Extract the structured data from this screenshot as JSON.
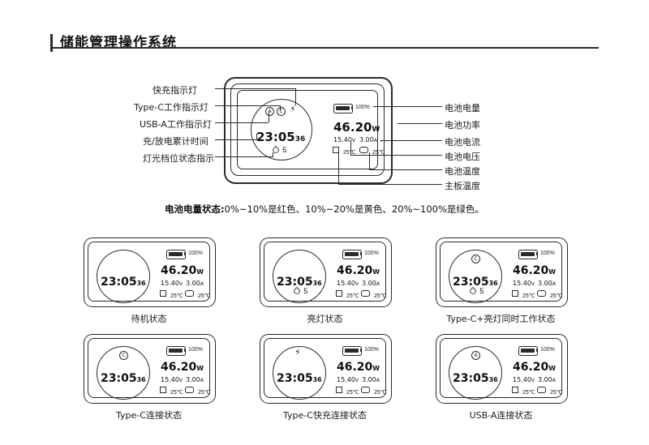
{
  "header": {
    "title": "储能管理操作系统"
  },
  "diagram": {
    "left_labels": [
      "快充指示灯",
      "Type-C工作指示灯",
      "USB-A工作指示灯",
      "充/放电累计时间",
      "灯光档位状态指示"
    ],
    "right_labels": [
      "电池电量",
      "电池功率",
      "电池电流",
      "电池电压",
      "电池温度",
      "主板温度"
    ],
    "screen": {
      "clock_hm": "23:05",
      "clock_sec": "36",
      "battery_pct": "100%",
      "power": "46.20",
      "power_unit": "W",
      "voltage": "15.40",
      "voltage_unit": "V",
      "current": "3.00",
      "current_unit": "A",
      "temp_board": "25℃",
      "temp_battery": "25℃",
      "lamp_level": "5",
      "ind_usba": "A",
      "ind_typec": "C",
      "icon_bolt": "fast-charge-bolt",
      "icon_lamp": "lamp-level-icon"
    }
  },
  "note": {
    "prefix": "电池电量状态:",
    "text": "0%~10%是红色、10%~20%是黄色、20%~100%是绿色。"
  },
  "cards": [
    {
      "caption": "待机状态",
      "clock_hm": "23:05",
      "clock_sec": "36",
      "battery_pct": "100%",
      "power": "46.20",
      "power_unit": "W",
      "voltage": "15.40",
      "voltage_unit": "V",
      "current": "3.00",
      "current_unit": "A",
      "temp_board": "25℃",
      "temp_battery": "25℃",
      "lamp_level": "",
      "indicator": "",
      "bolt": false
    },
    {
      "caption": "亮灯状态",
      "clock_hm": "23:05",
      "clock_sec": "36",
      "battery_pct": "100%",
      "power": "46.20",
      "power_unit": "W",
      "voltage": "15.40",
      "voltage_unit": "V",
      "current": "3.00",
      "current_unit": "A",
      "temp_board": "25℃",
      "temp_battery": "25℃",
      "lamp_level": "5",
      "indicator": "",
      "bolt": false
    },
    {
      "caption": "Type-C+亮灯同时工作状态",
      "clock_hm": "23:05",
      "clock_sec": "36",
      "battery_pct": "100%",
      "power": "46.20",
      "power_unit": "W",
      "voltage": "15.40",
      "voltage_unit": "V",
      "current": "3.00",
      "current_unit": "A",
      "temp_board": "25℃",
      "temp_battery": "25℃",
      "lamp_level": "5",
      "indicator": "C",
      "bolt": false
    },
    {
      "caption": "Type-C连接状态",
      "clock_hm": "23:05",
      "clock_sec": "36",
      "battery_pct": "100%",
      "power": "46.20",
      "power_unit": "W",
      "voltage": "15.40",
      "voltage_unit": "V",
      "current": "3.00",
      "current_unit": "A",
      "temp_board": "25℃",
      "temp_battery": "25℃",
      "lamp_level": "",
      "indicator": "C",
      "bolt": false
    },
    {
      "caption": "Type-C快充连接状态",
      "clock_hm": "23:05",
      "clock_sec": "36",
      "battery_pct": "100%",
      "power": "46.20",
      "power_unit": "W",
      "voltage": "15.40",
      "voltage_unit": "V",
      "current": "3.00",
      "current_unit": "A",
      "temp_board": "25℃",
      "temp_battery": "25℃",
      "lamp_level": "",
      "indicator": "",
      "bolt": true
    },
    {
      "caption": "USB-A连接状态",
      "clock_hm": "23:05",
      "clock_sec": "36",
      "battery_pct": "100%",
      "power": "46.20",
      "power_unit": "W",
      "voltage": "15.40",
      "voltage_unit": "V",
      "current": "3.00",
      "current_unit": "A",
      "temp_board": "25℃",
      "temp_battery": "25℃",
      "lamp_level": "",
      "indicator": "A",
      "bolt": false
    }
  ],
  "colors": {
    "line": "#2b2b2b",
    "text": "#1a1a1a"
  }
}
